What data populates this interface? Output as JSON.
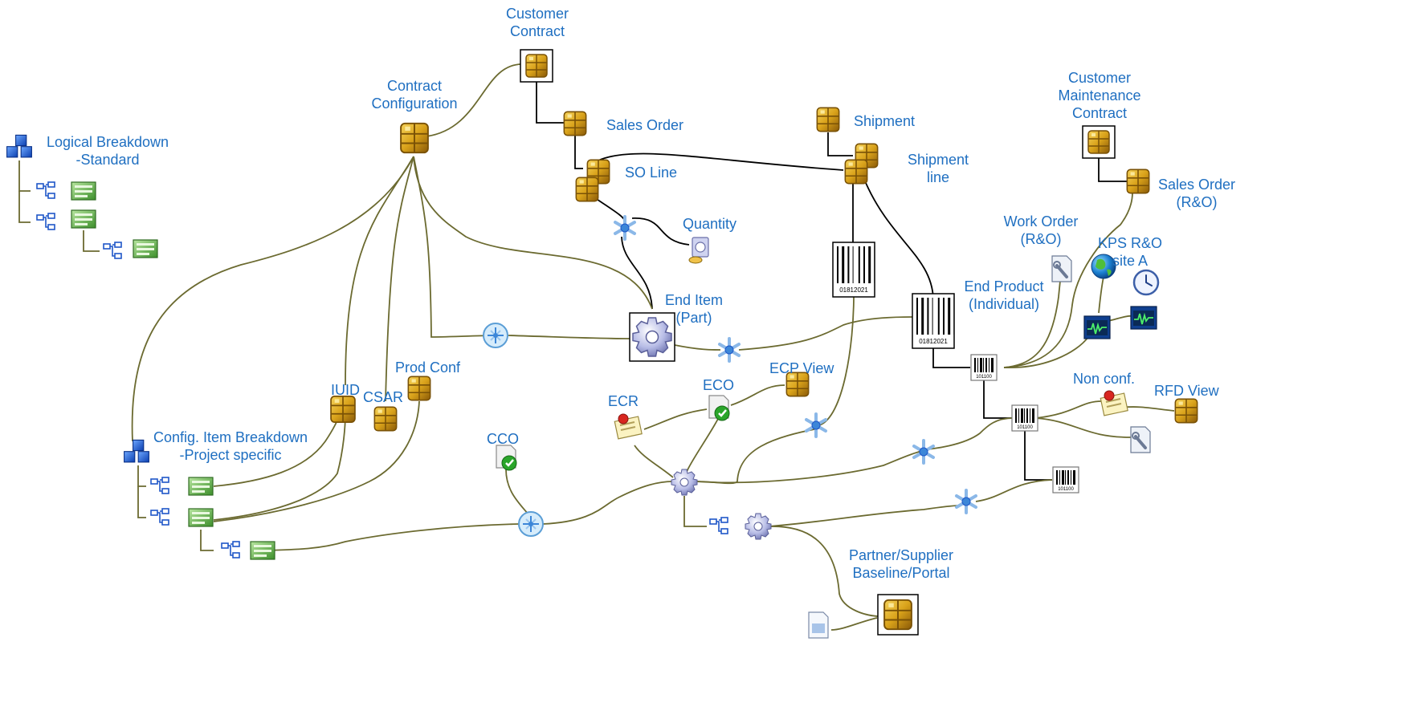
{
  "labels": {
    "customer_contract": "Customer\nContract",
    "contract_configuration": "Contract\nConfiguration",
    "sales_order": "Sales Order",
    "so_line": "SO Line",
    "quantity": "Quantity",
    "shipment": "Shipment",
    "shipment_line": "Shipment\nline",
    "customer_maintenance_contract": "Customer\nMaintenance\nContract",
    "sales_order_ro": "Sales Order\n(R&O)",
    "work_order_ro": "Work Order\n(R&O)",
    "kps_ro_site_a": "KPS R&O\nsite A",
    "end_product": "End Product\n(Individual)",
    "end_item": "End Item\n(Part)",
    "logical_breakdown": "Logical Breakdown\n-Standard",
    "config_item_breakdown": "Config. Item Breakdown\n-Project specific",
    "iuid": "IUID",
    "csar": "CSAR",
    "prod_conf": "Prod Conf",
    "ecp_view": "ECP View",
    "eco": "ECO",
    "ecr": "ECR",
    "cco": "CCO",
    "non_conf": "Non conf.",
    "rfd_view": "RFD View",
    "partner_supplier": "Partner/Supplier\nBaseline/Portal"
  },
  "barcode_texts": {
    "large": "01812021",
    "small": "101100"
  },
  "colors": {
    "label": "#1f6fc1",
    "connector": "#6b6a30",
    "black_connector": "#000000",
    "database_gold": "#d4a017",
    "tree_blue": "#1f57c8",
    "gear": "#9aa0cf"
  },
  "icons": [
    "database-icon",
    "cube-icon",
    "hierarchy-icon",
    "document-green-icon",
    "asterisk-node-icon",
    "gear-icon",
    "barcode-icon",
    "globe-icon",
    "clock-icon",
    "monitor-icon",
    "wrench-document-icon",
    "certificate-icon",
    "checked-document-icon",
    "quantity-icon",
    "blank-document-icon",
    "compass-node-icon"
  ]
}
